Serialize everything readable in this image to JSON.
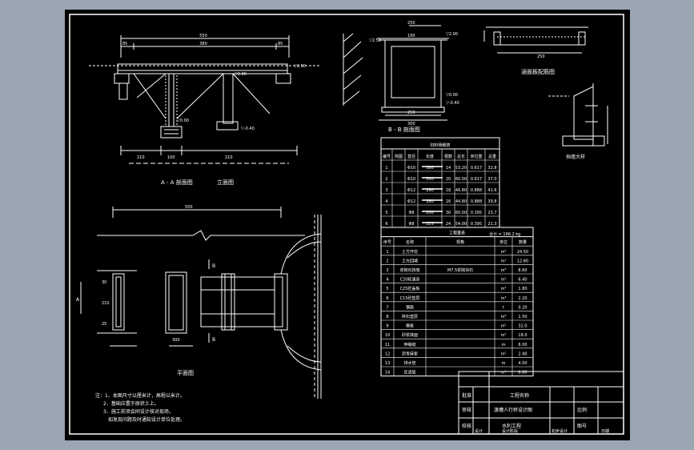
{
  "views": {
    "section_aa_caption": "A - A 剖面图",
    "elevation_caption": "立面图",
    "section_bb_caption": "B - B 剖面图",
    "plan_caption": "平面图",
    "rebar_caption": "涵面板配筋图",
    "wall_caption": "挡墙大样"
  },
  "dims": {
    "aa_overall": "550",
    "aa_left": "85",
    "aa_mid": "380",
    "aa_right": "85",
    "aa_bottom_left": "210",
    "aa_bottom_mid": "100",
    "aa_bottom_right": "210",
    "bb_top": "250",
    "bb_mid": "190",
    "bb_bottom_inner": "250",
    "bb_bottom": "300",
    "plan_top": "550",
    "rebar_len": "250",
    "plan_a1": "30",
    "plan_a2": "210",
    "plan_a3": "25",
    "plan_b": "300"
  },
  "levels": {
    "l1": "▽2.50",
    "l2": "▽2.00",
    "l3": "▽0.00",
    "l4": "▽-0.40",
    "l5": "▽2.00",
    "l6": "▽2.50",
    "l7": "▽0.00",
    "l8": "▽-0.40"
  },
  "materials_table": {
    "title": "材料明细表",
    "headers": [
      "编号",
      "简图",
      "直径",
      "长度",
      "根数",
      "总长",
      "单位重",
      "总重"
    ],
    "rows": [
      [
        "1",
        "",
        "Φ10",
        "380",
        "14",
        "53.20",
        "0.617",
        "32.8"
      ],
      [
        "2",
        "",
        "Φ10",
        "300",
        "20",
        "60.00",
        "0.617",
        "37.0"
      ],
      [
        "3",
        "",
        "Φ12",
        "260",
        "18",
        "46.80",
        "0.888",
        "41.6"
      ],
      [
        "4",
        "",
        "Φ12",
        "280",
        "16",
        "44.80",
        "0.888",
        "39.8"
      ],
      [
        "5",
        "",
        "Φ8",
        "200",
        "30",
        "60.00",
        "0.395",
        "23.7"
      ],
      [
        "6",
        "",
        "Φ8",
        "225",
        "24",
        "54.00",
        "0.395",
        "21.3"
      ]
    ],
    "note": "合计 = 196.2 kg"
  },
  "quantity_table": {
    "title": "工程量表",
    "headers": [
      "序号",
      "名称",
      "规格",
      "单位",
      "数量"
    ],
    "rows": [
      [
        "1",
        "土方开挖",
        "",
        "m³",
        "24.50"
      ],
      [
        "2",
        "土方回填",
        "",
        "m³",
        "12.80"
      ],
      [
        "3",
        "浆砌石挡墙",
        "M7.5浆砌块石",
        "m³",
        "8.60"
      ],
      [
        "4",
        "C20砼涵身",
        "",
        "m³",
        "6.40"
      ],
      [
        "5",
        "C25砼盖板",
        "",
        "m³",
        "1.80"
      ],
      [
        "6",
        "C15砼垫层",
        "",
        "m³",
        "2.20"
      ],
      [
        "7",
        "钢筋",
        "",
        "t",
        "0.20"
      ],
      [
        "8",
        "碎石垫层",
        "",
        "m³",
        "1.50"
      ],
      [
        "9",
        "模板",
        "",
        "m²",
        "32.0"
      ],
      [
        "10",
        "砂浆抹面",
        "",
        "m²",
        "18.0"
      ],
      [
        "11",
        "伸缩缝",
        "",
        "m",
        "6.00"
      ],
      [
        "12",
        "沥青麻絮",
        "",
        "m²",
        "2.40"
      ],
      [
        "13",
        "排水管",
        "",
        "m",
        "4.00"
      ],
      [
        "14",
        "反滤层",
        "",
        "m³",
        "0.80"
      ]
    ]
  },
  "notes": {
    "line1": "注：1、本图尺寸以厘米计，高程以米计。",
    "line2": "2、基础应置于原状土上。",
    "line3": "3、施工前须会同设计核对现场，",
    "line4": "如发现问题及时通知设计单位处理。"
  },
  "title_block": {
    "r1c1": "批准",
    "r1c2": "工程名称",
    "r2c1": "审核",
    "r2c2": "渡槽人行桥设计图",
    "r2c3": "比例",
    "r3c1": "校核",
    "r3c2": "水利工程",
    "r3c3": "图号",
    "r4c1": "设计",
    "r4c2": "设计阶段",
    "r4c3": "初步设计",
    "r4c4": "日期"
  },
  "labels": {
    "sec_a_top": "A",
    "sec_b_top": "B",
    "sec_b_bottom": "B"
  }
}
